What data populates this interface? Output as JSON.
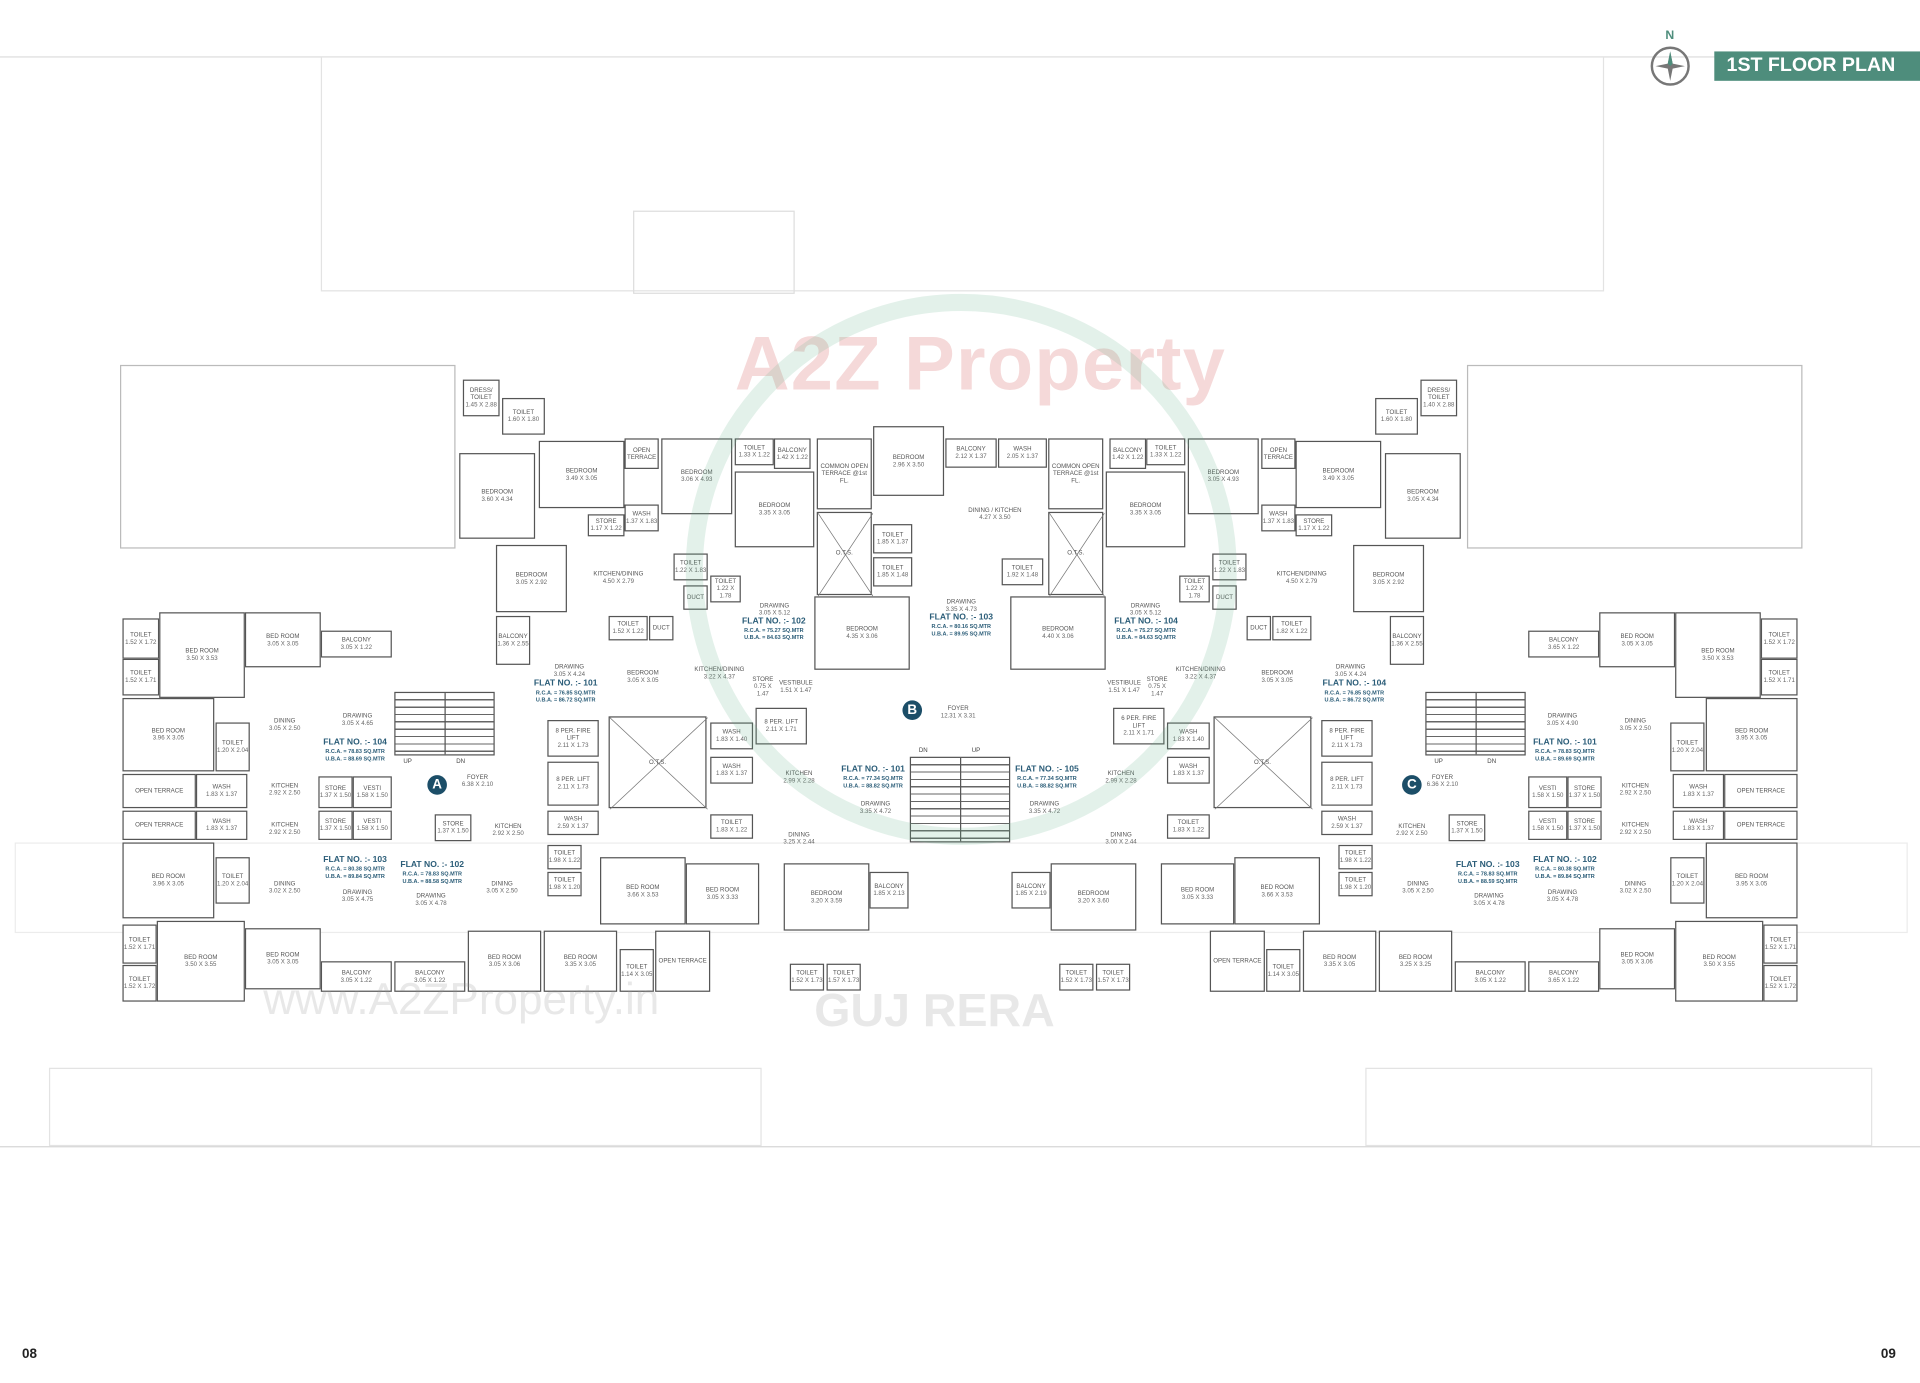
{
  "header": {
    "title": "1ST FLOOR PLAN",
    "compass_label": "N",
    "compass_icon": "compass-rose-icon",
    "accent_color": "#4e8d7c"
  },
  "pages": {
    "left": "08",
    "right": "09"
  },
  "watermark": {
    "logo_text": "A2Z Property",
    "url_text": "www.A2ZProperty.in",
    "seal_text": "GUJ RERA"
  },
  "wings": [
    "A",
    "B",
    "C"
  ],
  "stairs": {
    "up": "UP",
    "dn": "DN"
  },
  "flats": {
    "left": [
      {
        "no": "FLAT NO. :- 104",
        "rca": "R.C.A. = 78.83 SQ.MTR",
        "uba": "U.B.A. = 88.69 SQ.MTR"
      },
      {
        "no": "FLAT NO. :- 103",
        "rca": "R.C.A. = 80.38 SQ.MTR",
        "uba": "U.B.A. = 89.84 SQ.MTR"
      },
      {
        "no": "FLAT NO. :- 102",
        "rca": "R.C.A. = 78.83 SQ.MTR",
        "uba": "U.B.A. = 88.58 SQ.MTR"
      },
      {
        "no": "FLAT NO. :- 101",
        "rca": "R.C.A. = 76.85 SQ.MTR",
        "uba": "U.B.A. = 86.72 SQ.MTR"
      },
      {
        "no": "FLAT NO. :- 102",
        "rca": "R.C.A. = 75.27 SQ.MTR",
        "uba": "U.B.A. = 84.63 SQ.MTR"
      },
      {
        "no": "FLAT NO. :- 101",
        "rca": "R.C.A. = 77.34 SQ.MTR",
        "uba": "U.B.A. = 88.82 SQ.MTR"
      }
    ],
    "right": [
      {
        "no": "FLAT NO. :- 101",
        "rca": "R.C.A. = 78.83 SQ.MTR",
        "uba": "U.B.A. = 89.69 SQ.MTR"
      },
      {
        "no": "FLAT NO. :- 102",
        "rca": "R.C.A. = 80.38 SQ.MTR",
        "uba": "U.B.A. = 89.84 SQ.MTR"
      },
      {
        "no": "FLAT NO. :- 103",
        "rca": "R.C.A. = 78.83 SQ.MTR",
        "uba": "U.B.A. = 88.59 SQ.MTR"
      },
      {
        "no": "FLAT NO. :- 104",
        "rca": "R.C.A. = 76.85 SQ.MTR",
        "uba": "U.B.A. = 86.72 SQ.MTR"
      },
      {
        "no": "FLAT NO. :- 104",
        "rca": "R.C.A. = 75.27 SQ.MTR",
        "uba": "U.B.A. = 84.63 SQ.MTR"
      },
      {
        "no": "FLAT NO. :- 105",
        "rca": "R.C.A. = 77.34 SQ.MTR",
        "uba": "U.B.A. = 88.82 SQ.MTR"
      }
    ],
    "center": [
      {
        "no": "FLAT NO. :- 103",
        "rca": "R.C.A. = 80.16 SQ.MTR",
        "uba": "U.B.A. = 89.95 SQ.MTR"
      }
    ]
  },
  "rooms": {
    "center": [
      {
        "name": "BEDROOM",
        "size": "2.96 X 3.50"
      },
      {
        "name": "TOILET",
        "size": "1.85 X 1.37"
      },
      {
        "name": "TOILET",
        "size": "1.85 X 1.48"
      },
      {
        "name": "BALCONY",
        "size": "2.12 X 1.37"
      },
      {
        "name": "WASH",
        "size": "2.05 X 1.37"
      },
      {
        "name": "DINING / KITCHEN",
        "size": "4.27 X 3.50"
      },
      {
        "name": "TOILET",
        "size": "1.92 X 1.48"
      },
      {
        "name": "DRAWING",
        "size": "3.35 X 4.73"
      },
      {
        "name": "FOYER",
        "size": "12.31 X 3.31"
      }
    ],
    "left": [
      {
        "name": "TOILET",
        "size": "1.52 X 1.72"
      },
      {
        "name": "TOILET",
        "size": "1.52 X 1.71"
      },
      {
        "name": "BED ROOM",
        "size": "3.50 X 3.53"
      },
      {
        "name": "BED ROOM",
        "size": "3.05 X 3.05"
      },
      {
        "name": "BALCONY",
        "size": "3.05 X 1.22"
      },
      {
        "name": "BED ROOM",
        "size": "3.96 X 3.05"
      },
      {
        "name": "TOILET",
        "size": "1.20 X 2.04"
      },
      {
        "name": "DINING",
        "size": "3.05 X 2.50"
      },
      {
        "name": "DRAWING",
        "size": "3.05 X 4.65"
      },
      {
        "name": "OPEN TERRACE",
        "size": ""
      },
      {
        "name": "WASH",
        "size": "1.83 X 1.37"
      },
      {
        "name": "KITCHEN",
        "size": "2.92 X 2.50"
      },
      {
        "name": "STORE",
        "size": "1.37 X 1.50"
      },
      {
        "name": "VESTI",
        "size": "1.58 X 1.50"
      },
      {
        "name": "OPEN TERRACE",
        "size": ""
      },
      {
        "name": "WASH",
        "size": "1.83 X 1.37"
      },
      {
        "name": "KITCHEN",
        "size": "2.92 X 2.50"
      },
      {
        "name": "STORE",
        "size": "1.37 X 1.50"
      },
      {
        "name": "VESTI",
        "size": "1.58 X 1.50"
      },
      {
        "name": "BED ROOM",
        "size": "3.96 X 3.05"
      },
      {
        "name": "TOILET",
        "size": "1.20 X 2.04"
      },
      {
        "name": "DINING",
        "size": "3.02 X 2.50"
      },
      {
        "name": "DRAWING",
        "size": "3.05 X 4.75"
      },
      {
        "name": "TOILET",
        "size": "1.52 X 1.71"
      },
      {
        "name": "TOILET",
        "size": "1.52 X 1.72"
      },
      {
        "name": "BED ROOM",
        "size": "3.50 X 3.55"
      },
      {
        "name": "BED ROOM",
        "size": "3.05 X 3.05"
      },
      {
        "name": "BALCONY",
        "size": "3.05 X 1.22"
      },
      {
        "name": "BALCONY",
        "size": "3.05 X 1.22"
      },
      {
        "name": "FOYER",
        "size": "6.38 X 2.10"
      },
      {
        "name": "STORE",
        "size": "1.37 X 1.50"
      },
      {
        "name": "KITCHEN",
        "size": "2.92 X 2.50"
      },
      {
        "name": "DINING",
        "size": "3.05 X 2.50"
      },
      {
        "name": "DRAWING",
        "size": "3.05 X 4.78"
      },
      {
        "name": "BED ROOM",
        "size": "3.05 X 3.06"
      },
      {
        "name": "BED ROOM",
        "size": "3.35 X 3.05"
      },
      {
        "name": "TOILET",
        "size": "1.14 X 3.05"
      },
      {
        "name": "OPEN TERRACE",
        "size": ""
      },
      {
        "name": "BED ROOM",
        "size": "3.66 X 3.53"
      },
      {
        "name": "BED ROOM",
        "size": "3.05 X 3.33"
      },
      {
        "name": "TOILET",
        "size": "1.98 X 1.22"
      },
      {
        "name": "TOILET",
        "size": "1.98 X 1.20"
      },
      {
        "name": "WASH",
        "size": "2.59 X 1.37"
      },
      {
        "name": "8 PER. LIFT",
        "size": "2.11 X 1.73"
      },
      {
        "name": "8 PER. FIRE LIFT",
        "size": "2.11 X 1.73"
      },
      {
        "name": "BALCONY",
        "size": "1.36 X 2.55"
      },
      {
        "name": "BEDROOM",
        "size": "3.05 X 2.92"
      },
      {
        "name": "KITCHEN/DINING",
        "size": "4.50 X 2.79"
      },
      {
        "name": "TOILET",
        "size": "1.52 X 1.22"
      },
      {
        "name": "DUCT",
        "size": ""
      },
      {
        "name": "DRAWING",
        "size": "3.05 X 4.24"
      },
      {
        "name": "BEDROOM",
        "size": "3.05 X 3.05"
      },
      {
        "name": "DRESS/ TOILET",
        "size": "1.45 X 2.88"
      },
      {
        "name": "TOILET",
        "size": "1.60 X 1.80"
      },
      {
        "name": "BEDROOM",
        "size": "3.60 X 4.34"
      },
      {
        "name": "BEDROOM",
        "size": "3.49 X 3.05"
      },
      {
        "name": "OPEN TERRACE",
        "size": ""
      },
      {
        "name": "WASH",
        "size": "1.37 X 1.83"
      },
      {
        "name": "STORE",
        "size": "1.17 X 1.22"
      },
      {
        "name": "BEDROOM",
        "size": "3.06 X 4.93"
      },
      {
        "name": "TOILET",
        "size": "1.33 X 1.22"
      },
      {
        "name": "BALCONY",
        "size": "1.42 X 1.22"
      },
      {
        "name": "BEDROOM",
        "size": "3.35 X 3.05"
      },
      {
        "name": "TOILET",
        "size": "1.22 X 1.83"
      },
      {
        "name": "TOILET",
        "size": "1.22 X 1.78"
      },
      {
        "name": "DUCT",
        "size": ""
      },
      {
        "name": "DRAWING",
        "size": "3.05 X 5.12"
      },
      {
        "name": "KITCHEN/DINING",
        "size": "3.22 X 4.37"
      },
      {
        "name": "STORE",
        "size": "0.75 X 1.47"
      },
      {
        "name": "VESTIBULE",
        "size": "1.51 X 1.47"
      },
      {
        "name": "8 PER. LIFT",
        "size": "2.11 X 1.71"
      },
      {
        "name": "WASH",
        "size": "1.83 X 1.40"
      },
      {
        "name": "WASH",
        "size": "1.83 X 1.37"
      },
      {
        "name": "TOILET",
        "size": "1.83 X 1.22"
      },
      {
        "name": "O.T.S.",
        "size": ""
      },
      {
        "name": "KITCHEN",
        "size": "2.99 X 2.28"
      },
      {
        "name": "DINING",
        "size": "3.25 X 2.44"
      },
      {
        "name": "BEDROOM",
        "size": "3.20 X 3.59"
      },
      {
        "name": "BALCONY",
        "size": "1.85 X 2.13"
      },
      {
        "name": "TOILET",
        "size": "1.52 X 1.73"
      },
      {
        "name": "TOILET",
        "size": "1.57 X 1.73"
      },
      {
        "name": "COMMON OPEN TERRACE @1st FL.",
        "size": ""
      },
      {
        "name": "O.T.S.",
        "size": ""
      },
      {
        "name": "BEDROOM",
        "size": "4.35 X 3.06"
      },
      {
        "name": "DRAWING",
        "size": "3.35 X 4.72"
      }
    ],
    "right": [
      {
        "name": "TOILET",
        "size": "1.52 X 1.72"
      },
      {
        "name": "TOILET",
        "size": "1.52 X 1.71"
      },
      {
        "name": "BED ROOM",
        "size": "3.50 X 3.53"
      },
      {
        "name": "BED ROOM",
        "size": "3.05 X 3.05"
      },
      {
        "name": "BALCONY",
        "size": "3.65 X 1.22"
      },
      {
        "name": "BED ROOM",
        "size": "3.95 X 3.05"
      },
      {
        "name": "TOILET",
        "size": "1.20 X 2.04"
      },
      {
        "name": "DINING",
        "size": "3.05 X 2.50"
      },
      {
        "name": "DRAWING",
        "size": "3.05 X 4.90"
      },
      {
        "name": "OPEN TERRACE",
        "size": ""
      },
      {
        "name": "WASH",
        "size": "1.83 X 1.37"
      },
      {
        "name": "KITCHEN",
        "size": "2.92 X 2.50"
      },
      {
        "name": "STORE",
        "size": "1.37 X 1.50"
      },
      {
        "name": "VESTI",
        "size": "1.58 X 1.50"
      },
      {
        "name": "OPEN TERRACE",
        "size": ""
      },
      {
        "name": "WASH",
        "size": "1.83 X 1.37"
      },
      {
        "name": "KITCHEN",
        "size": "2.92 X 2.50"
      },
      {
        "name": "STORE",
        "size": "1.37 X 1.50"
      },
      {
        "name": "VESTI",
        "size": "1.58 X 1.50"
      },
      {
        "name": "BED ROOM",
        "size": "3.95 X 3.05"
      },
      {
        "name": "TOILET",
        "size": "1.20 X 2.04"
      },
      {
        "name": "DINING",
        "size": "3.02 X 2.50"
      },
      {
        "name": "DRAWING",
        "size": "3.05 X 4.78"
      },
      {
        "name": "TOILET",
        "size": "1.52 X 1.71"
      },
      {
        "name": "TOILET",
        "size": "1.52 X 1.72"
      },
      {
        "name": "BED ROOM",
        "size": "3.50 X 3.55"
      },
      {
        "name": "BED ROOM",
        "size": "3.05 X 3.06"
      },
      {
        "name": "BALCONY",
        "size": "3.65 X 1.22"
      },
      {
        "name": "BALCONY",
        "size": "3.05 X 1.22"
      },
      {
        "name": "FOYER",
        "size": "6.36 X 2.10"
      },
      {
        "name": "STORE",
        "size": "1.37 X 1.50"
      },
      {
        "name": "KITCHEN",
        "size": "2.92 X 2.50"
      },
      {
        "name": "DINING",
        "size": "3.05 X 2.50"
      },
      {
        "name": "DRAWING",
        "size": "3.05 X 4.78"
      },
      {
        "name": "BED ROOM",
        "size": "3.25 X 3.25"
      },
      {
        "name": "BED ROOM",
        "size": "3.35 X 3.05"
      },
      {
        "name": "TOILET",
        "size": "1.14 X 3.05"
      },
      {
        "name": "OPEN TERRACE",
        "size": ""
      },
      {
        "name": "BED ROOM",
        "size": "3.66 X 3.53"
      },
      {
        "name": "BED ROOM",
        "size": "3.05 X 3.33"
      },
      {
        "name": "TOILET",
        "size": "1.98 X 1.22"
      },
      {
        "name": "TOILET",
        "size": "1.98 X 1.20"
      },
      {
        "name": "WASH",
        "size": "2.59 X 1.37"
      },
      {
        "name": "8 PER. LIFT",
        "size": "2.11 X 1.73"
      },
      {
        "name": "8 PER. FIRE LIFT",
        "size": "2.11 X 1.73"
      },
      {
        "name": "BALCONY",
        "size": "1.36 X 2.55"
      },
      {
        "name": "BEDROOM",
        "size": "3.05 X 2.92"
      },
      {
        "name": "KITCHEN/DINING",
        "size": "4.50 X 2.79"
      },
      {
        "name": "TOILET",
        "size": "1.82 X 1.22"
      },
      {
        "name": "DUCT",
        "size": ""
      },
      {
        "name": "DRAWING",
        "size": "3.05 X 4.24"
      },
      {
        "name": "BEDROOM",
        "size": "3.05 X 3.05"
      },
      {
        "name": "DRESS/ TOILET",
        "size": "1.40 X 2.88"
      },
      {
        "name": "TOILET",
        "size": "1.60 X 1.80"
      },
      {
        "name": "BEDROOM",
        "size": "3.05 X 4.34"
      },
      {
        "name": "BEDROOM",
        "size": "3.49 X 3.05"
      },
      {
        "name": "OPEN TERRACE",
        "size": ""
      },
      {
        "name": "WASH",
        "size": "1.37 X 1.83"
      },
      {
        "name": "STORE",
        "size": "1.17 X 1.22"
      },
      {
        "name": "BEDROOM",
        "size": "3.05 X 4.93"
      },
      {
        "name": "TOILET",
        "size": "1.33 X 1.22"
      },
      {
        "name": "BALCONY",
        "size": "1.42 X 1.22"
      },
      {
        "name": "BEDROOM",
        "size": "3.35 X 3.05"
      },
      {
        "name": "TOILET",
        "size": "1.22 X 1.83"
      },
      {
        "name": "TOILET",
        "size": "1.22 X 1.78"
      },
      {
        "name": "DUCT",
        "size": ""
      },
      {
        "name": "DRAWING",
        "size": "3.05 X 5.12"
      },
      {
        "name": "KITCHEN/DINING",
        "size": "3.22 X 4.37"
      },
      {
        "name": "STORE",
        "size": "0.75 X 1.47"
      },
      {
        "name": "VESTIBULE",
        "size": "1.51 X 1.47"
      },
      {
        "name": "6 PER. FIRE LIFT",
        "size": "2.11 X 1.71"
      },
      {
        "name": "WASH",
        "size": "1.83 X 1.40"
      },
      {
        "name": "WASH",
        "size": "1.83 X 1.37"
      },
      {
        "name": "TOILET",
        "size": "1.83 X 1.22"
      },
      {
        "name": "O.T.S.",
        "size": ""
      },
      {
        "name": "KITCHEN",
        "size": "2.99 X 2.28"
      },
      {
        "name": "DINING",
        "size": "3.00 X 2.44"
      },
      {
        "name": "BEDROOM",
        "size": "3.20 X 3.60"
      },
      {
        "name": "BALCONY",
        "size": "1.85 X 2.19"
      },
      {
        "name": "TOILET",
        "size": "1.57 X 1.73"
      },
      {
        "name": "TOILET",
        "size": "1.52 X 1.73"
      },
      {
        "name": "COMMON OPEN TERRACE @1st FL.",
        "size": ""
      },
      {
        "name": "O.T.S.",
        "size": ""
      },
      {
        "name": "BEDROOM",
        "size": "4.40 X 3.06"
      },
      {
        "name": "DRAWING",
        "size": "3.35 X 4.72"
      }
    ]
  }
}
